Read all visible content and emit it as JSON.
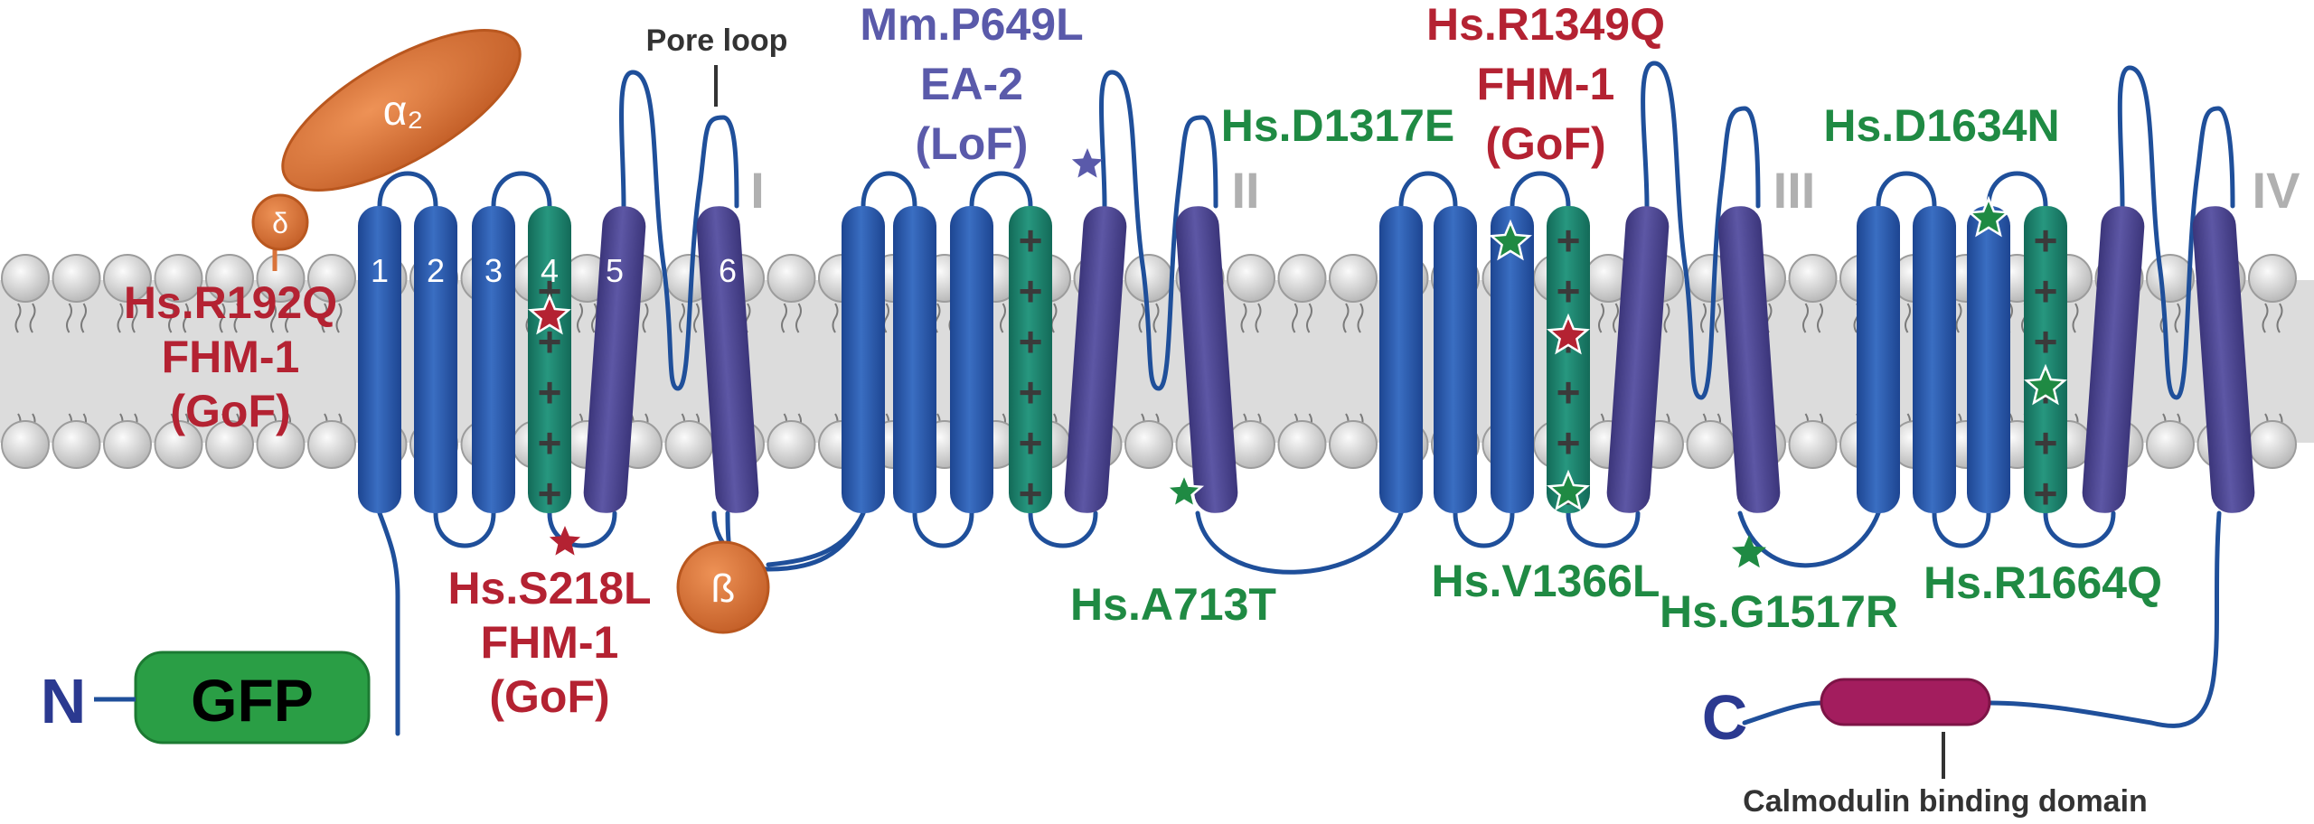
{
  "colors": {
    "helix_blue": "#2b5aa8",
    "voltage_sensor_teal": "#1c7d6a",
    "pore_helix_purple": "#4b4590",
    "loop_line": "#1f4f9a",
    "gof_red": "#b42232",
    "lof_blue": "#5a5aaa",
    "neutral_green": "#1f8a43",
    "accessory_orange": "#d9733a",
    "gfp_green": "#2a9e45",
    "calmodulin_magenta": "#a31d5e",
    "terminus_navy": "#2b3990"
  },
  "labels": {
    "pore_loop": "Pore loop",
    "alpha2": "α₂",
    "delta": "δ",
    "beta": "ß",
    "gfp": "GFP",
    "n_terminus": "N",
    "c_terminus": "C",
    "calmodulin": "Calmodulin binding domain"
  },
  "domains": [
    "I",
    "II",
    "III",
    "IV"
  ],
  "segments": [
    "1",
    "2",
    "3",
    "4",
    "5",
    "6"
  ],
  "voltage_sensor_charge": "+",
  "mutations": {
    "r192q": {
      "name": "Hs.R192Q",
      "line2": "FHM-1",
      "line3": "(GoF)"
    },
    "s218l": {
      "name": "Hs.S218L",
      "line2": "FHM-1",
      "line3": "(GoF)"
    },
    "p649l": {
      "name": "Mm.P649L",
      "line2": "EA-2",
      "line3": "(LoF)"
    },
    "a713t": {
      "name": "Hs.A713T"
    },
    "d1317e": {
      "name": "Hs.D1317E"
    },
    "r1349q": {
      "name": "Hs.R1349Q",
      "line2": "FHM-1",
      "line3": "(GoF)"
    },
    "v1366l": {
      "name": "Hs.V1366L"
    },
    "g1517r": {
      "name": "Hs.G1517R"
    },
    "d1634n": {
      "name": "Hs.D1634N"
    },
    "r1664q": {
      "name": "Hs.R1664Q"
    }
  }
}
